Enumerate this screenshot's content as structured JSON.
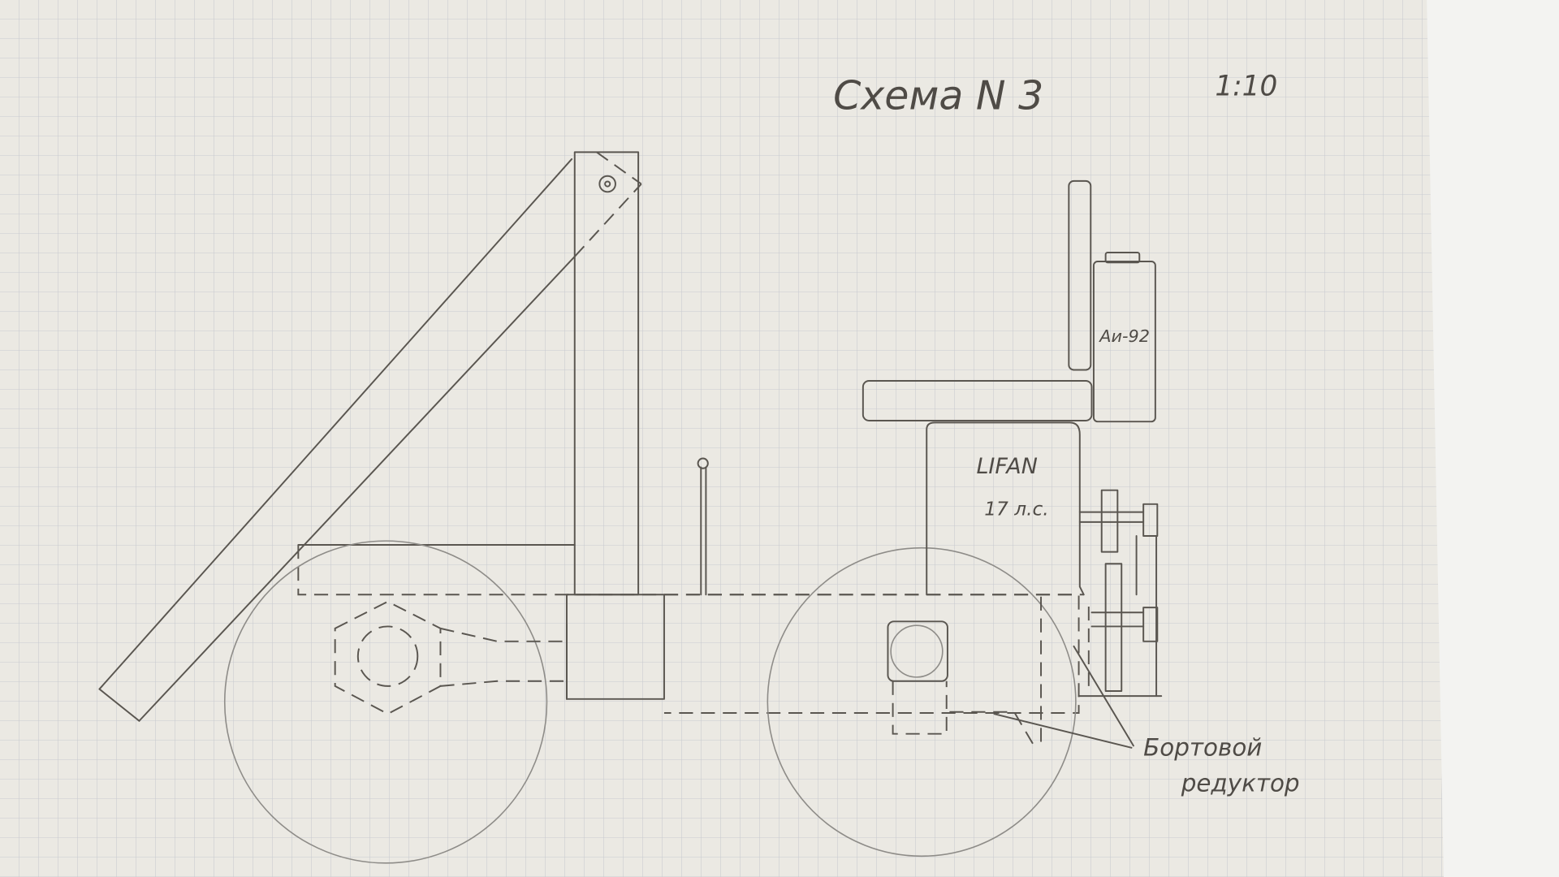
{
  "title": "Схема N 3",
  "scale": "1:10",
  "labels": {
    "fuel_tank": "Аи-92",
    "engine_brand": "LIFAN",
    "engine_power": "17 л.с.",
    "gearbox_line1": "Бортовой",
    "gearbox_line2": "редуктор"
  },
  "colors": {
    "paper": "#ebe9e3",
    "grid": "#c8cad0",
    "pencil": "#5a5650"
  }
}
